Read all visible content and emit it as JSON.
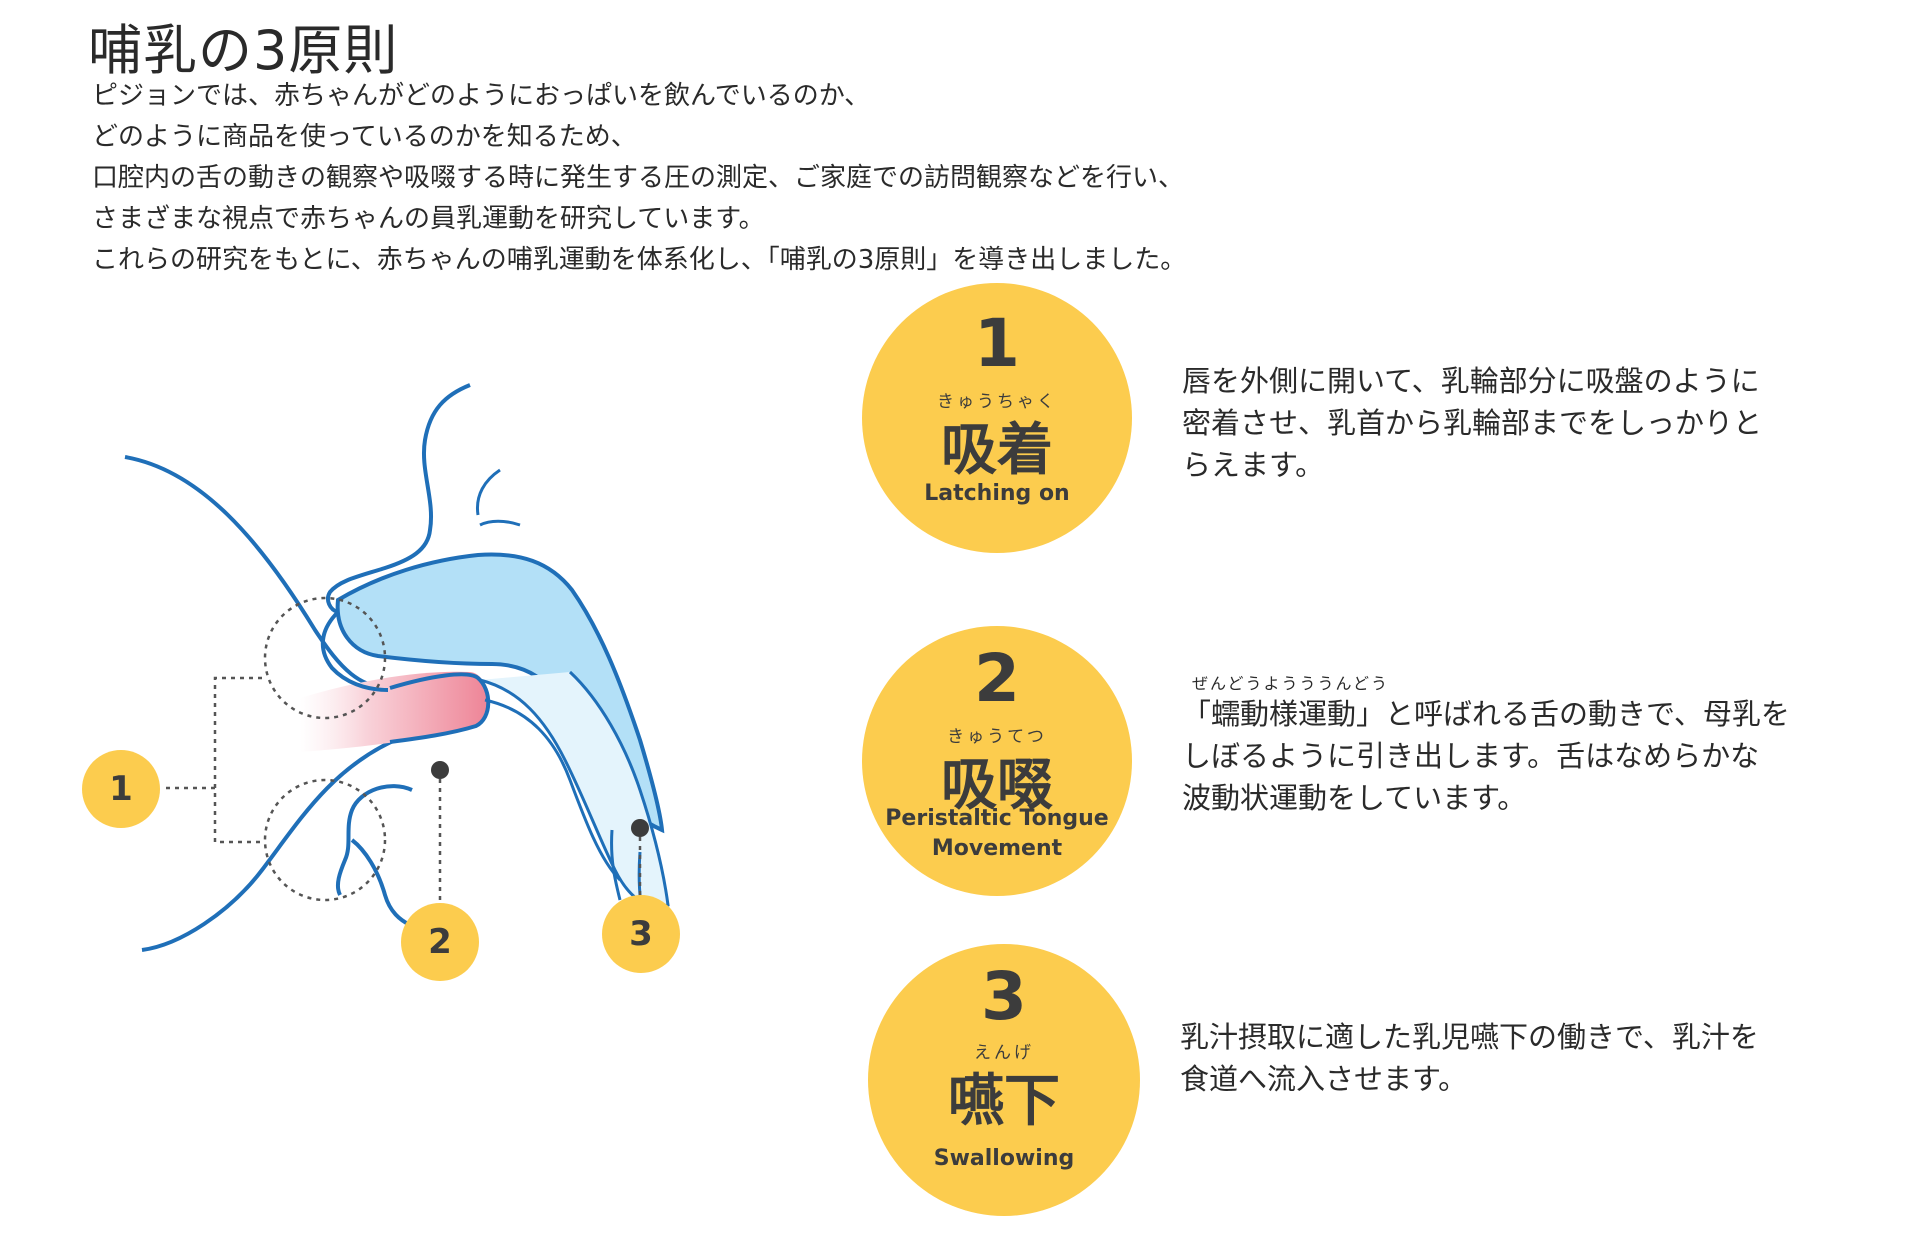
{
  "page": {
    "title": "哺乳の3原則",
    "intro": [
      "ピジョンでは、赤ちゃんがどのようにおっぱいを飲んでいるのか、",
      "どのように商品を使っているのかを知るため、",
      "口腔内の舌の動きの観察や吸啜する時に発生する圧の測定、ご家庭での訪問観察などを行い、",
      "さまざまな視点で赤ちゃんの員乳運動を研究しています。",
      "これらの研究をもとに、赤ちゃんの哺乳運動を体系化し、「哺乳の3原則」を導き出しました。"
    ]
  },
  "principles": [
    {
      "number": "1",
      "ruby": "きゅうちゃく",
      "kanji": "吸着",
      "english": [
        "Latching on"
      ],
      "description": [
        "唇を外側に開いて、乳輪部分に吸盤のように",
        "密着させ、乳首から乳輪部までをしっかりと",
        "らえます。"
      ]
    },
    {
      "number": "2",
      "ruby": "きゅうてつ",
      "kanji": "吸啜",
      "english": [
        "Peristaltic Tongue",
        "Movement"
      ],
      "description_ruby": "ぜんどうようううんどう",
      "description": [
        "「蠕動様運動」と呼ばれる舌の動きで、母乳を",
        "しぼるように引き出します。舌はなめらかな",
        "波動状運動をしています。"
      ]
    },
    {
      "number": "3",
      "ruby": "えんげ",
      "kanji": "嚥下",
      "english": [
        "Swallowing"
      ],
      "description": [
        "乳汁摂取に適した乳児嚥下の働きで、乳汁を",
        "食道へ流入させます。"
      ]
    }
  ],
  "diagram_markers": [
    "1",
    "2",
    "3"
  ],
  "colors": {
    "accent_yellow": "#fccc4e",
    "outline_blue": "#1f6fb8",
    "palate_light_blue": "#b3e0f7",
    "tongue_pink": "#ee8597",
    "dotted_gray": "#555555"
  }
}
